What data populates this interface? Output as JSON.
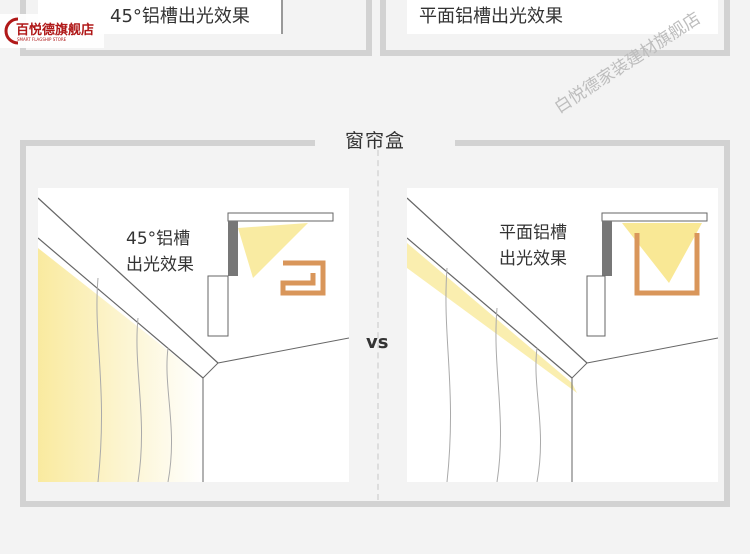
{
  "top": {
    "left_label": "45°铝槽出光效果",
    "right_label": "平面铝槽出光效果"
  },
  "section_title": "窗帘盒",
  "left_panel": {
    "label_line1": "45°铝槽",
    "label_line2": "出光效果"
  },
  "right_panel": {
    "label_line1": "平面铝槽",
    "label_line2": "出光效果"
  },
  "vs_label": "vs",
  "logo": {
    "text": "百悦德旗舰店",
    "subtext": "SMART FLAGSHIP STORE",
    "color": "#b01818"
  },
  "watermark": "白悦德家装建材旗舰店",
  "colors": {
    "light": "#f7e27a",
    "groove": "#d9965a",
    "frame": "#d2d2d2"
  }
}
